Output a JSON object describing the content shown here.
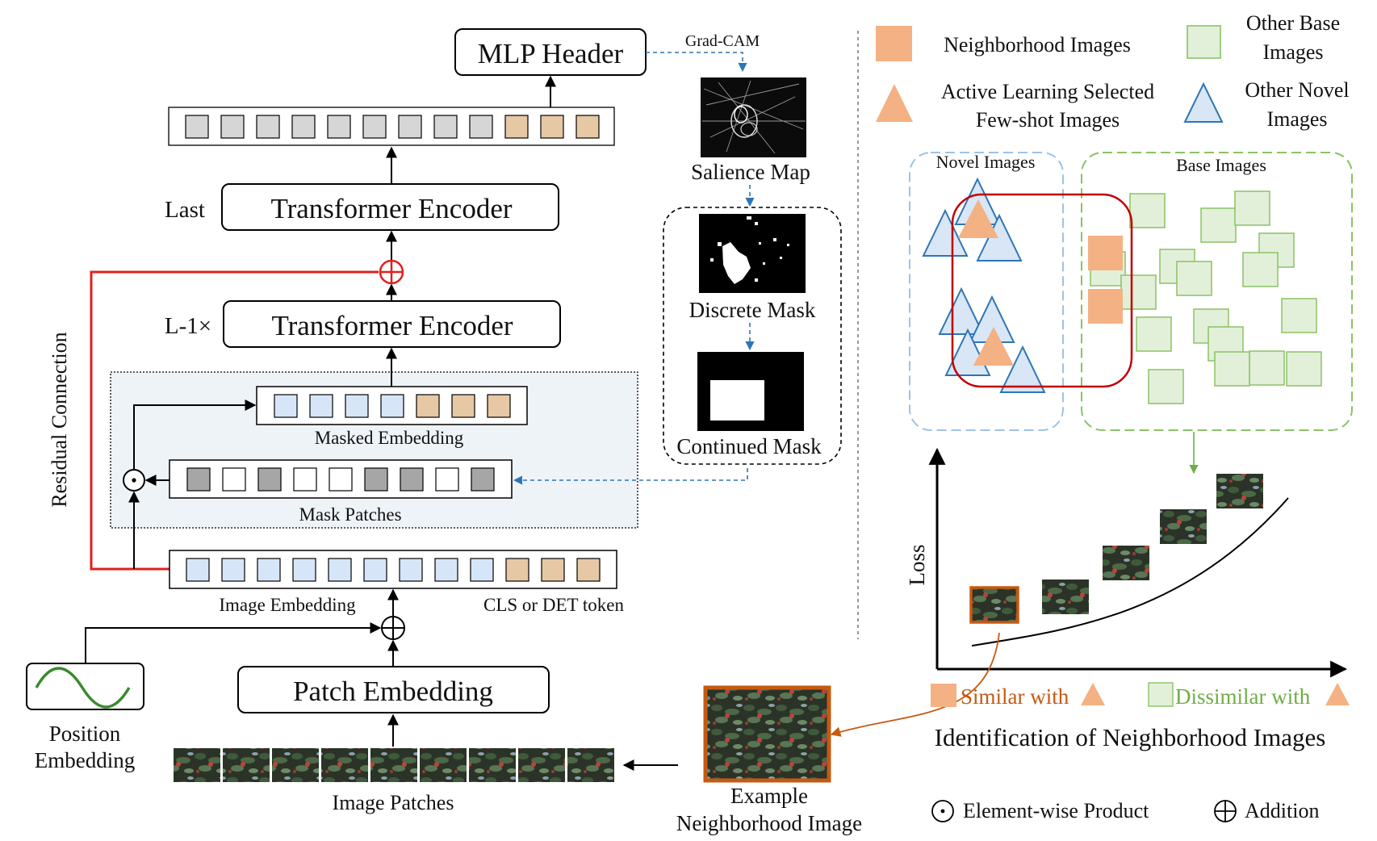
{
  "colors": {
    "orange": "#f4b183",
    "orange_token": "#e6c8a4",
    "blue_token": "#d6e6f8",
    "gray_token": "#d6d6d6",
    "dark_token": "#a6a6a6",
    "green_fill": "#e2f0d9",
    "green_stroke": "#8bc265",
    "tri_fill": "#d9e6f5",
    "tri_stroke": "#2e75b6",
    "red": "#e0201e",
    "dark_red": "#c00000",
    "dash_blue": "#2e75b6",
    "green_text": "#70ad47",
    "brown": "#c55a11"
  },
  "arch": {
    "mlp_header": "MLP Header",
    "gradcam": "Grad-CAM",
    "last_label": "Last",
    "te_last": "Transformer Encoder",
    "l1_label": "L-1×",
    "te_l1": "Transformer Encoder",
    "masked_embedding": "Masked Embedding",
    "mask_patches": "Mask Patches",
    "residual_connection": "Residual Connection",
    "image_embedding": "Image Embedding",
    "cls_det_token": "CLS or DET token",
    "patch_embedding": "Patch Embedding",
    "position_embedding": [
      "Position",
      "Embedding"
    ],
    "image_patches": "Image Patches",
    "example_neighborhood": [
      "Example",
      "Neighborhood Image"
    ]
  },
  "maps": {
    "salience_map": "Salience Map",
    "discrete_mask": "Discrete Mask",
    "continued_mask": "Continued Mask"
  },
  "legend": {
    "neighborhood_images": "Neighborhood Images",
    "other_base": [
      "Other Base",
      "Images"
    ],
    "al_selected": [
      "Active Learning Selected",
      "Few-shot Images"
    ],
    "other_novel": [
      "Other Novel",
      "Images"
    ]
  },
  "clusters": {
    "novel_images": "Novel Images",
    "base_images": "Base Images"
  },
  "plot": {
    "ylabel": "Loss",
    "similar_with": "Similar with",
    "dissimilar_with": "Dissimilar with",
    "title": "Identification of Neighborhood Images"
  },
  "ops": {
    "elementwise_product": "Element-wise Product",
    "addition": "Addition"
  }
}
